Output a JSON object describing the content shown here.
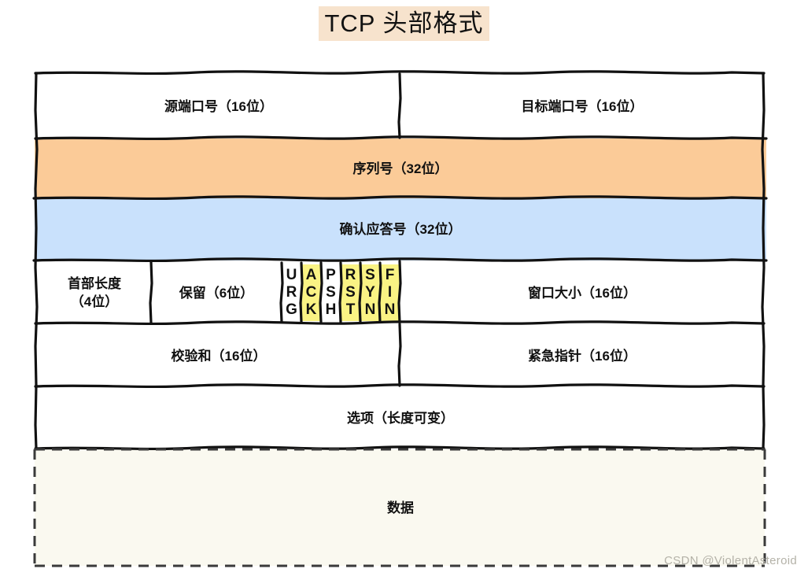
{
  "title": "TCP 头部格式",
  "colors": {
    "title_highlight": "#f7e3cd",
    "sequence_band": "#fbcb98",
    "ack_band": "#c9e1fc",
    "flag_set": "#faf384",
    "data_area": "#faf9f0",
    "stroke": "#111111"
  },
  "rows": {
    "ports": {
      "source": "源端口号（16位）",
      "destination": "目标端口号（16位）"
    },
    "sequence": "序列号（32位）",
    "acknowledgement": "确认应答号（32位）",
    "control": {
      "header_length": "首部长度\n（4位）",
      "reserved": "保留（6位）",
      "window": "窗口大小（16位）",
      "flags": [
        {
          "name": "URG",
          "letters": [
            "U",
            "R",
            "G"
          ],
          "set": false
        },
        {
          "name": "ACK",
          "letters": [
            "A",
            "C",
            "K"
          ],
          "set": true
        },
        {
          "name": "PSH",
          "letters": [
            "P",
            "S",
            "H"
          ],
          "set": false
        },
        {
          "name": "RST",
          "letters": [
            "R",
            "S",
            "T"
          ],
          "set": true
        },
        {
          "name": "SYN",
          "letters": [
            "S",
            "Y",
            "N"
          ],
          "set": true
        },
        {
          "name": "FIN",
          "letters": [
            "F",
            "I",
            "N"
          ],
          "set": true
        }
      ]
    },
    "checksum_row": {
      "checksum": "校验和（16位）",
      "urgent_pointer": "紧急指针（16位）"
    },
    "options": "选项（长度可变）",
    "data": "数据"
  },
  "watermark": "CSDN @ViolentAsteroid"
}
